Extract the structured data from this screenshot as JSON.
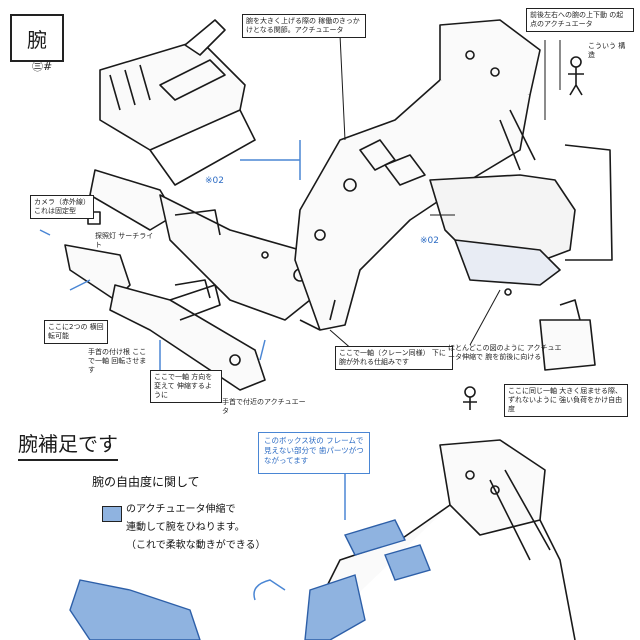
{
  "title": "腕",
  "signature": "㊂#",
  "section_title": "腕補足です",
  "body": {
    "heading": "腕の自由度に関して",
    "legend_text": "のアクチュエータ伸縮で",
    "line2": "連動して腕をひねります。",
    "line3": "（これで柔軟な動きができる）"
  },
  "callout": "このボックス状の フレームで見えない部分で 歯パーツがつながってます",
  "notes": {
    "top_center": "腕を大きく上げる際の 稼働のきっかけとなる関節。アクチュエータ",
    "top_right": "前後左右への腕の上下動 の起点のアクチュエータ",
    "camera": "カメラ（赤外線） これは固定型",
    "search_light": "探照灯 サーチライト",
    "mid_right": "ここで一軸（クレーン同様） 下に腕が外れる仕組みです",
    "rotation_left": "ここに2つの 横回転可能",
    "shoulder": "手首の付け根 ここで一軸 回転させます",
    "lower_mid": "ここで一軸 方向を変えて 伸縮するように",
    "actuator_bottom": "手首で付近のアクチュエータ",
    "right_side": "ほとんどこの図のように アクチュエータ伸縮で 腕を前後に向ける",
    "bottom_right": "ここに同じ一軸 大きく屈ませる際、ずれないように 強い負荷をかけ自由度",
    "kozou": "こういう 構造"
  },
  "markers": {
    "m1": "※02",
    "m2": "※02"
  },
  "colors": {
    "accent": "#4a86d4",
    "fill": "#8fb3e0",
    "ink": "#1a1a1a"
  }
}
